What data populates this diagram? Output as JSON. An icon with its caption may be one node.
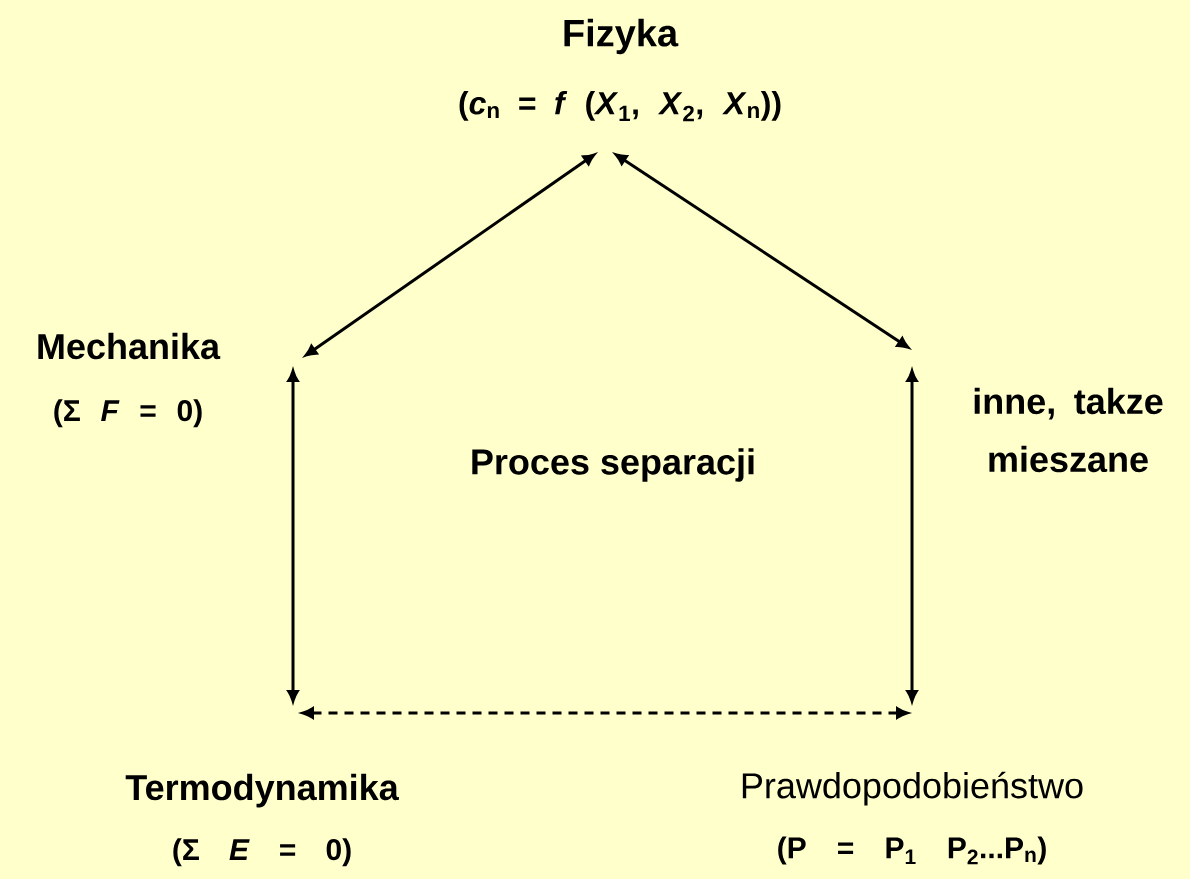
{
  "diagram": {
    "nodes": [
      {
        "text": [
          "Fizyka",
          "(*c*$_{n}$ = *f* (*X*$_{1}$, *X*$_{2}$, *X*$_{n}$))"
        ]
      },
      {
        "text": [
          "Mechanika",
          "(Σ *F* = 0)"
        ]
      },
      {
        "text": [
          "inne, takze mieszane"
        ]
      },
      {
        "text": [
          "Termodynamika",
          "(Σ *E* = 0)"
        ]
      },
      {
        "text": [
          "Prawdopodobieństwo",
          "(P = P$_{1}$ P$_{2}$...P$_{n}$)"
        ]
      }
    ],
    "edges": [
      {
        "from": 0,
        "to": 1,
        "arrow": "both"
      },
      {
        "from": 0,
        "to": 2,
        "arrow": "both"
      },
      {
        "from": 1,
        "to": 3,
        "arrow": "both"
      },
      {
        "from": 2,
        "to": 4,
        "arrow": "both"
      },
      {
        "from": 3,
        "to": 4,
        "arrow": "both",
        "style": "dashed"
      }
    ],
    "labels": [
      "Proces separacji"
    ]
  }
}
